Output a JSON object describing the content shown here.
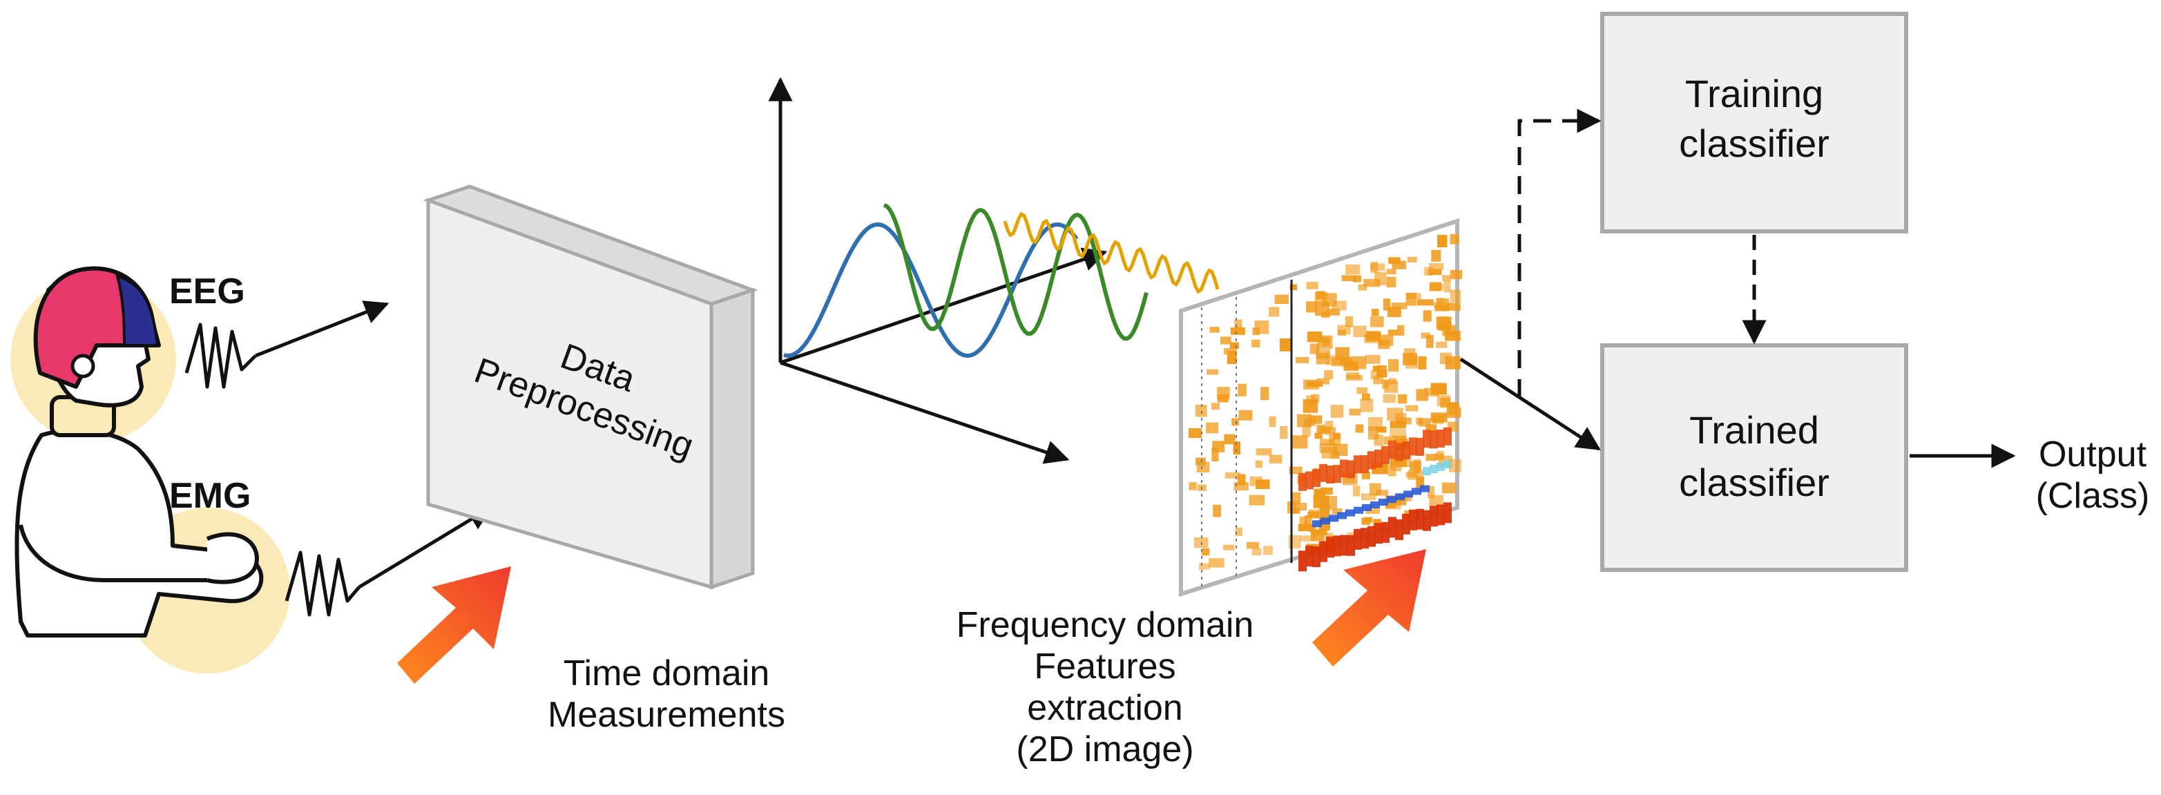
{
  "signals": {
    "eeg_label": "EEG",
    "emg_label": "EMG"
  },
  "preprocessing": {
    "line1": "Data",
    "line2": "Preprocessing"
  },
  "time_domain": {
    "line1": "Time domain",
    "line2": "Measurements"
  },
  "frequency_domain": {
    "line1": "Frequency domain",
    "line2": "Features",
    "line3": "extraction",
    "line4": "(2D image)"
  },
  "training_box": {
    "line1": "Training",
    "line2": "classifier"
  },
  "trained_box": {
    "line1": "Trained",
    "line2": "classifier"
  },
  "output": {
    "line1": "Output",
    "line2": "(Class)"
  },
  "colors": {
    "helmet": "#e8386b",
    "helmet_band": "#2b2f8f",
    "highlight_circle": "#fbe9b7",
    "box_face": "#efefef",
    "box_side": "#d6d6d6",
    "box_border": "#a8a8a8",
    "wave_blue": "#2f6fb0",
    "wave_green": "#3a8a2a",
    "wave_yellow": "#e2a200",
    "arrow_orange": "#f25c2a",
    "spectrogram_hot": "#f09a1a",
    "spectrogram_cold": "#2a5bd7"
  }
}
